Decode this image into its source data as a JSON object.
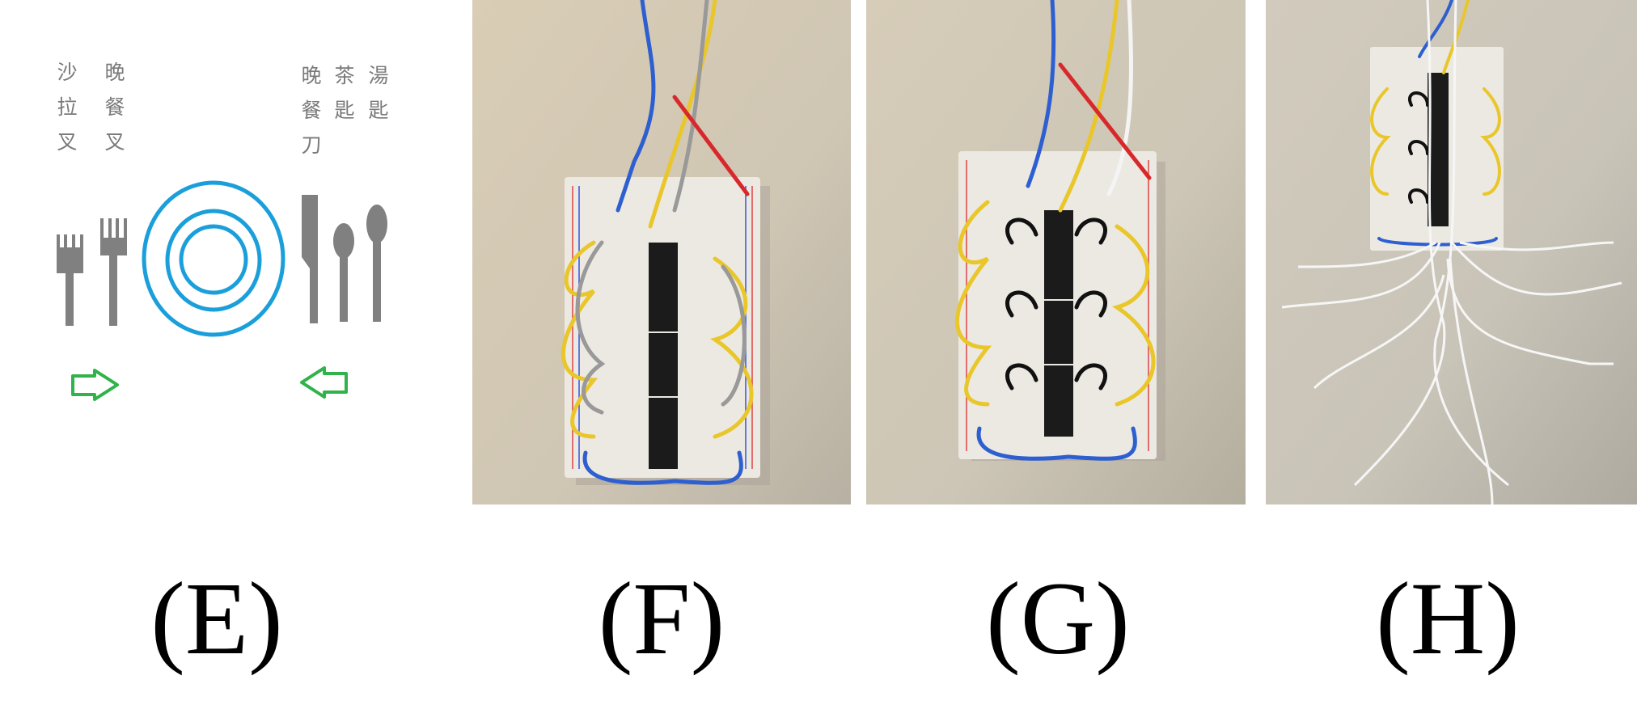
{
  "panel_e": {
    "utensil_labels": {
      "salad_fork": [
        "沙",
        "拉",
        "叉"
      ],
      "dinner_fork": [
        "晚",
        "餐",
        "叉"
      ],
      "dinner_knife": [
        "晚",
        "餐",
        "刀"
      ],
      "teaspoon": [
        "茶",
        "匙"
      ],
      "soup_spoon": [
        "湯",
        "匙"
      ]
    },
    "colors": {
      "utensil": "#808080",
      "plate": "#1a9fdb",
      "arrow": "#2fb34a"
    }
  },
  "labels": {
    "e": "(E)",
    "f": "(F)",
    "g": "(G)",
    "h": "(H)"
  }
}
